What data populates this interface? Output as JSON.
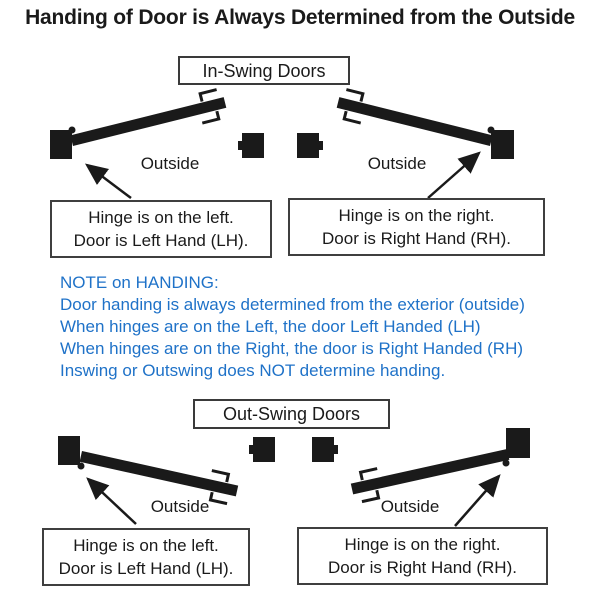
{
  "title": "Handing of Door is Always Determined from the Outside",
  "inswing": {
    "header": "In-Swing Doors",
    "left": {
      "outside": "Outside",
      "lines": [
        "Hinge is on the left.",
        "Door is Left Hand (LH)."
      ]
    },
    "right": {
      "outside": "Outside",
      "lines": [
        "Hinge is on the right.",
        "Door is Right Hand (RH)."
      ]
    }
  },
  "note": {
    "lines": [
      "NOTE on HANDING:",
      "Door handing is always determined from the exterior (outside)",
      "When hinges are on the Left, the door Left Handed (LH)",
      "When hinges are on the Right, the door is Right Handed (RH)",
      "Inswing or Outswing does NOT determine handing."
    ]
  },
  "outswing": {
    "header": "Out-Swing Doors",
    "left": {
      "outside": "Outside",
      "lines": [
        "Hinge is on the left.",
        "Door is Left Hand (LH)."
      ]
    },
    "right": {
      "outside": "Outside",
      "lines": [
        "Hinge is on the right.",
        "Door is Right Hand (RH)."
      ]
    }
  },
  "colors": {
    "ink": "#1a1a1a",
    "note_blue": "#1f72c8",
    "box_border": "#3a3a3a"
  }
}
